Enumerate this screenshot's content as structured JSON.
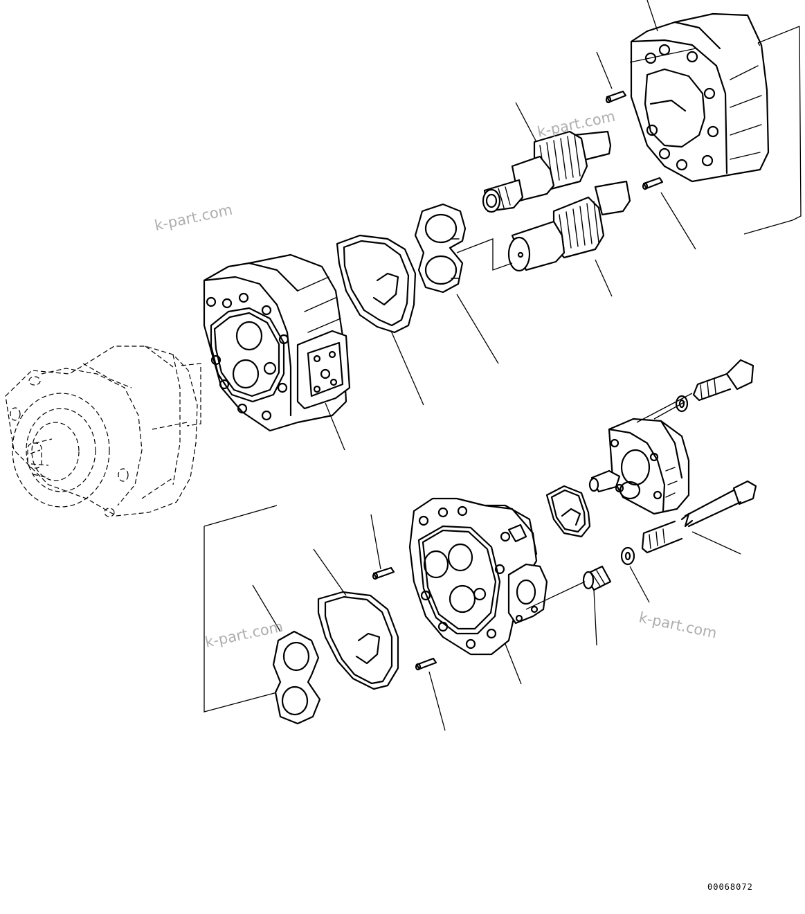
{
  "watermarks": [
    "k-part.com",
    "k-part.com",
    "k-part.com",
    "k-part.com"
  ],
  "drawing_code": "00068072"
}
